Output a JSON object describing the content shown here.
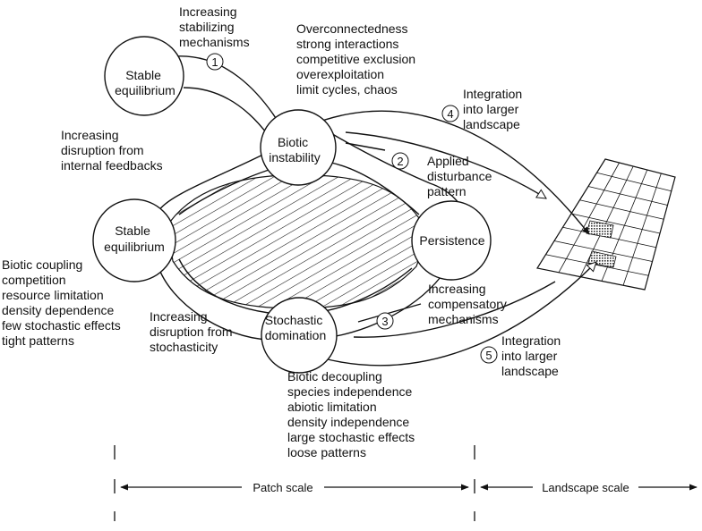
{
  "nodes": {
    "stable_top": [
      "Stable",
      "equilibrium"
    ],
    "biotic_instability": [
      "Biotic",
      "instability"
    ],
    "stable_left": [
      "Stable",
      "equilibrium"
    ],
    "persistence": [
      "Persistence"
    ],
    "stochastic_domination": [
      "Stochastic",
      "domination"
    ]
  },
  "annotations": {
    "increasing_stabilizing": [
      "Increasing",
      "stabilizing",
      "mechanisms"
    ],
    "overconnectedness": [
      "Overconnectedness",
      "strong interactions",
      "competitive exclusion",
      "overexploitation",
      "limit cycles, chaos"
    ],
    "integration_4": [
      "Integration",
      "into larger",
      "landscape"
    ],
    "disruption_internal": [
      "Increasing",
      "disruption from",
      "internal feedbacks"
    ],
    "applied_disturbance": [
      "Applied",
      "disturbance",
      "pattern"
    ],
    "biotic_coupling": [
      "Biotic coupling",
      "competition",
      "resource limitation",
      "density dependence",
      "few stochastic effects",
      "tight patterns"
    ],
    "disruption_stochasticity": [
      "Increasing",
      "disruption from",
      "stochasticity"
    ],
    "increasing_compensatory": [
      "Increasing",
      "compensatory",
      "mechanisms"
    ],
    "integration_5": [
      "Integration",
      "into larger",
      "landscape"
    ],
    "biotic_decoupling": [
      "Biotic decoupling",
      "species independence",
      "abiotic limitation",
      "density independence",
      "large stochastic effects",
      "loose patterns"
    ]
  },
  "pathways": [
    "1",
    "2",
    "3",
    "4",
    "5"
  ],
  "scales": {
    "patch": "Patch scale",
    "landscape": "Landscape scale"
  },
  "colors": {
    "ink": "#111111",
    "grid_cell_fill": "#555555"
  }
}
